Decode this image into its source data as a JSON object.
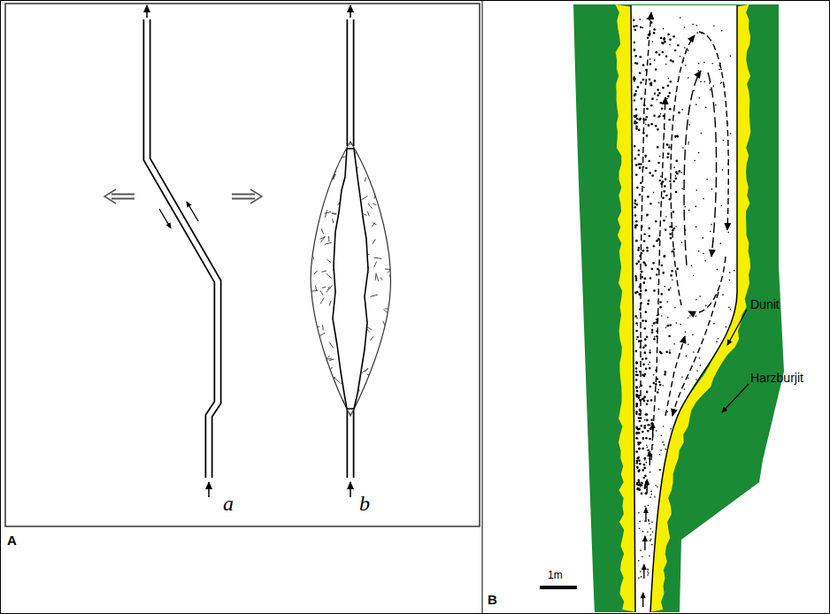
{
  "diagram": {
    "labels": [
      "a",
      "b",
      "A",
      "Dunit",
      "Harzburjit",
      "1m",
      "B"
    ]
  }
}
